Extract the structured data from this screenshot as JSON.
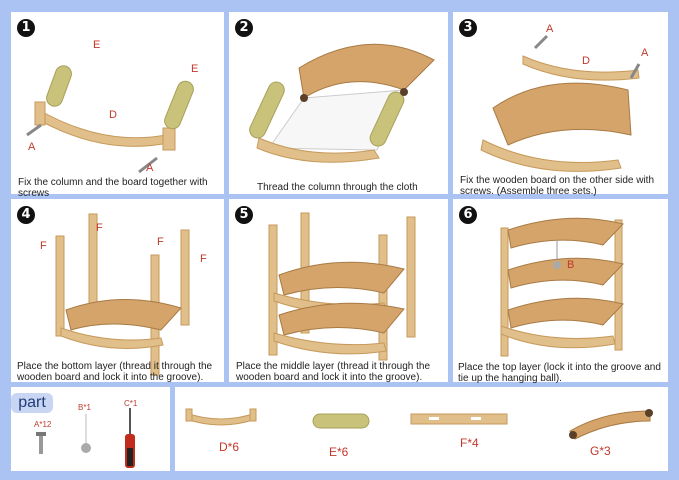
{
  "steps": [
    {
      "num": "1",
      "caption": "Fix the column and the board together with screws",
      "labels": {
        "e1": "E",
        "e2": "E",
        "d": "D",
        "a1": "A",
        "a2": "A"
      }
    },
    {
      "num": "2",
      "caption": "Thread the column through the cloth"
    },
    {
      "num": "3",
      "caption": "Fix the wooden board on the other side with screws. (Assemble three sets.)",
      "labels": {
        "a1": "A",
        "d": "D",
        "a2": "A"
      }
    },
    {
      "num": "4",
      "caption": "Place the bottom layer (thread it through the wooden board and lock it into the groove).",
      "labels": {
        "f1": "F",
        "f2": "F",
        "f3": "F",
        "f4": "F"
      }
    },
    {
      "num": "5",
      "caption": "Place the middle layer (thread it through the wooden board and lock it into the groove)."
    },
    {
      "num": "6",
      "caption": "Place the top layer (lock it into the groove and tie up the hanging ball).",
      "labels": {
        "b": "B"
      }
    }
  ],
  "parts": {
    "title": "part",
    "a": "A*12",
    "b": "B*1",
    "c": "C*1",
    "d": "D*6",
    "e": "E*6",
    "f": "F*4",
    "g": "G*3"
  },
  "colors": {
    "background": "#aac3f2",
    "wood": "#e0bf8a",
    "wood_dark": "#c79a5b",
    "column": "#c9c27a",
    "cloth": "#d4a46a",
    "label": "#c0392b"
  }
}
